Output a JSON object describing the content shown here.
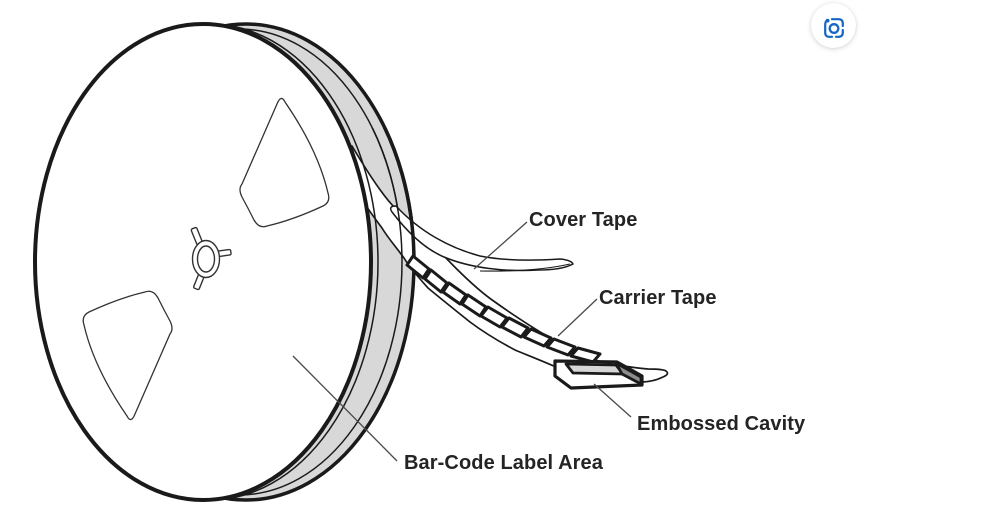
{
  "figure": {
    "title": "Tape and reel packaging diagram",
    "labels": {
      "cover_tape": "Cover Tape",
      "carrier_tape": "Carrier Tape",
      "embossed_cavity": "Embossed Cavity",
      "barcode_label_area": "Bar-Code Label Area"
    },
    "colors": {
      "line": "#1a1a1a",
      "label_text": "#242424",
      "wound_tape_fill": "#d8d8d8",
      "cavity_top_fill": "#d6d6d6",
      "cavity_side_fill": "#8c8c8c",
      "leader_line": "#4a4a4a"
    }
  },
  "overlay": {
    "visual_search_icon": "visual-search",
    "icon_color": "#1666c5",
    "button_background": "#ffffff"
  }
}
